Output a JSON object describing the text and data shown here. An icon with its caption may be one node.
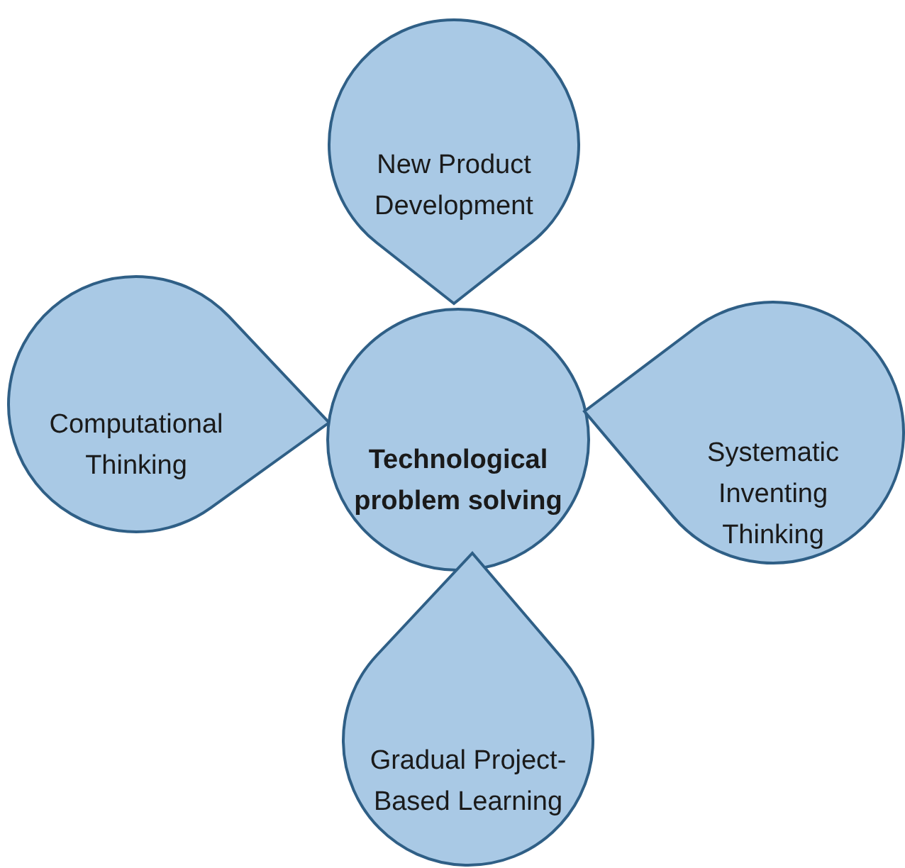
{
  "diagram": {
    "nodes": [
      {
        "text": [
          "New Product Development"
        ]
      },
      {
        "text": [
          "Computational Thinking"
        ]
      },
      {
        "text": [
          "Technological problem solving"
        ]
      },
      {
        "text": [
          "Systematic Inventing Thinking"
        ]
      },
      {
        "text": [
          "Gradual Project-Based Learning"
        ]
      }
    ]
  }
}
